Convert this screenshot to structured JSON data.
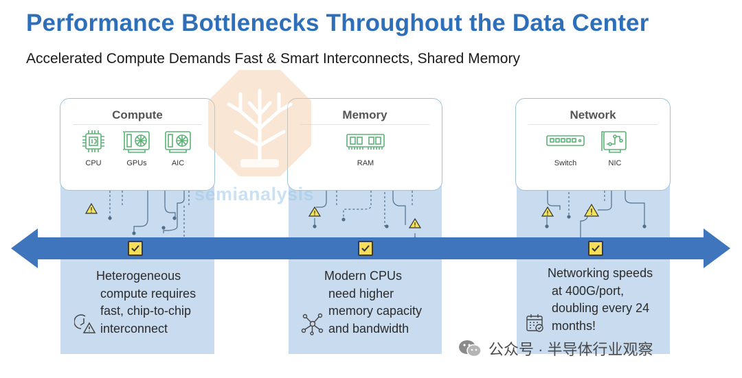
{
  "header": {
    "title": "Performance Bottlenecks Throughout the Data Center",
    "subtitle": "Accelerated Compute Demands Fast & Smart Interconnects, Shared Memory"
  },
  "colors": {
    "title": "#2e6fba",
    "arrow": "#3f75bd",
    "column": "#c9dcef",
    "card_border": "#9ec3d6",
    "icon_green": "#5bb376",
    "warning": "#f2e15a",
    "check": "#f6dd5a"
  },
  "sections": {
    "compute": {
      "title": "Compute",
      "devices": [
        {
          "label": "CPU",
          "icon": "cpu-chip-icon"
        },
        {
          "label": "GPUs",
          "icon": "gpu-card-icon"
        },
        {
          "label": "AIC",
          "icon": "accelerator-card-icon"
        }
      ],
      "description": [
        "Heterogeneous",
        "compute requires",
        "fast, chip-to-chip",
        "interconnect"
      ],
      "side_icon": "clock-warning-icon"
    },
    "memory": {
      "title": "Memory",
      "devices": [
        {
          "label": "RAM",
          "icon": "ram-module-icon"
        }
      ],
      "description": [
        "Modern CPUs",
        "need higher",
        "memory capacity",
        "and bandwidth"
      ],
      "side_icon": "network-graph-icon"
    },
    "network": {
      "title": "Network",
      "devices": [
        {
          "label": "Switch",
          "icon": "network-switch-icon"
        },
        {
          "label": "NIC",
          "icon": "nic-card-icon"
        }
      ],
      "description": [
        "Networking speeds",
        "at 400G/port,",
        "doubling every 24",
        "months!"
      ],
      "side_icon": "calendar-icon"
    }
  },
  "watermark": {
    "brand": "semianalysis"
  },
  "footer": {
    "wechat_text": "公众号 · 半导体行业观察"
  }
}
